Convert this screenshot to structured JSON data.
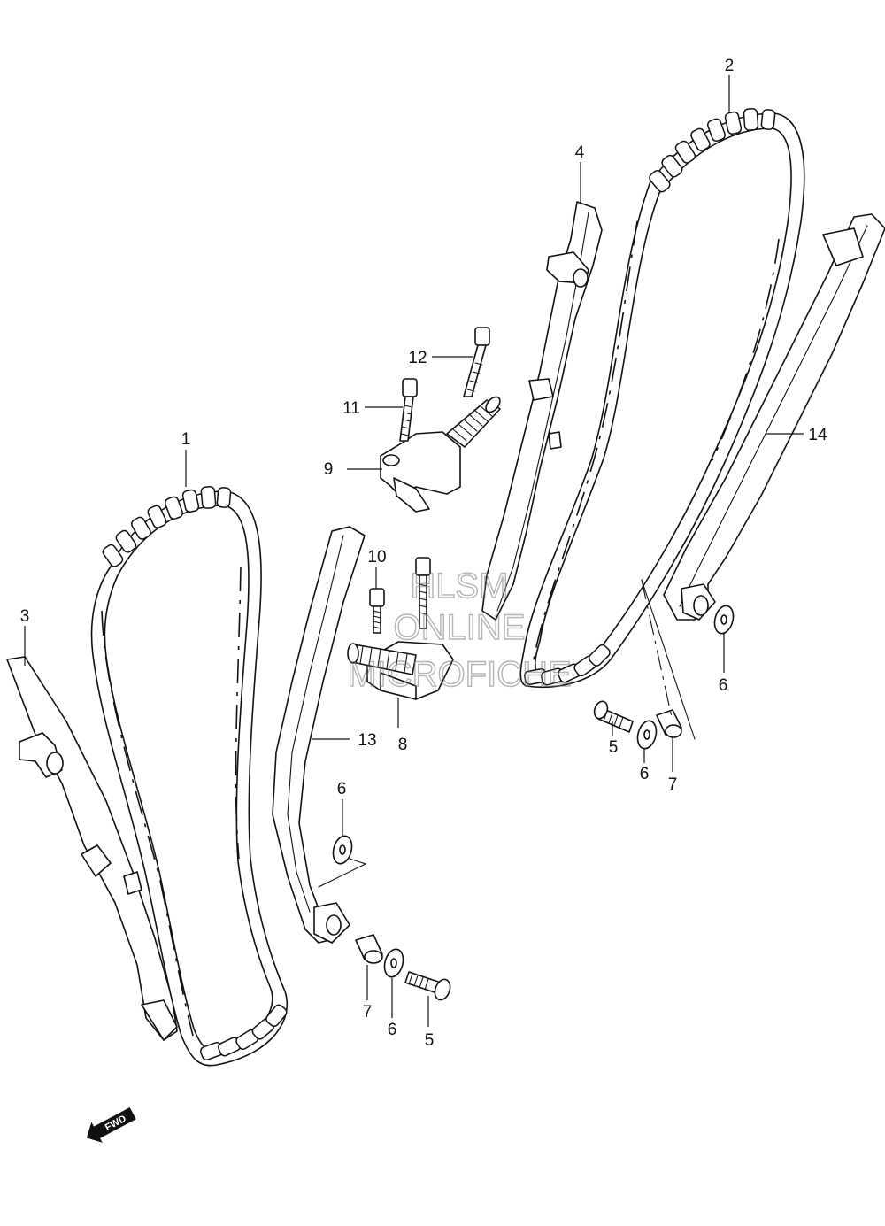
{
  "callouts": {
    "c1": "1",
    "c2": "2",
    "c3": "3",
    "c4": "4",
    "c5a": "5",
    "c5b": "5",
    "c6a": "6",
    "c6b": "6",
    "c6c": "6",
    "c6d": "6",
    "c7a": "7",
    "c7b": "7",
    "c8": "8",
    "c9": "9",
    "c10": "10",
    "c11": "11",
    "c12": "12",
    "c13": "13",
    "c14": "14"
  },
  "watermark": {
    "line1": "HLSM",
    "line2": "ONLINE",
    "line3": "MICROFICHE"
  },
  "fwd_label": "FWD"
}
